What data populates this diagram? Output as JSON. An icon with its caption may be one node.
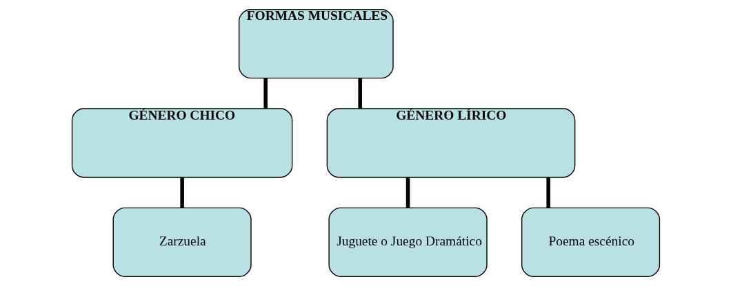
{
  "diagram": {
    "nodes": [
      {
        "text": [
          "FORMAS MUSICALES"
        ]
      },
      {
        "text": [
          "GÉNERO CHICO"
        ]
      },
      {
        "text": [
          "GÉNERO LÍRICO"
        ]
      },
      {
        "text": [
          "Zarzuela"
        ]
      },
      {
        "text": [
          "Juguete o Juego Dramático"
        ]
      },
      {
        "text": [
          "Poema escénico"
        ]
      }
    ],
    "edges": [
      {
        "from": 0,
        "to": 1,
        "arrow": "none"
      },
      {
        "from": 0,
        "to": 2,
        "arrow": "none"
      },
      {
        "from": 1,
        "to": 3,
        "arrow": "none"
      },
      {
        "from": 2,
        "to": 4,
        "arrow": "none"
      },
      {
        "from": 2,
        "to": 5,
        "arrow": "none"
      }
    ]
  }
}
